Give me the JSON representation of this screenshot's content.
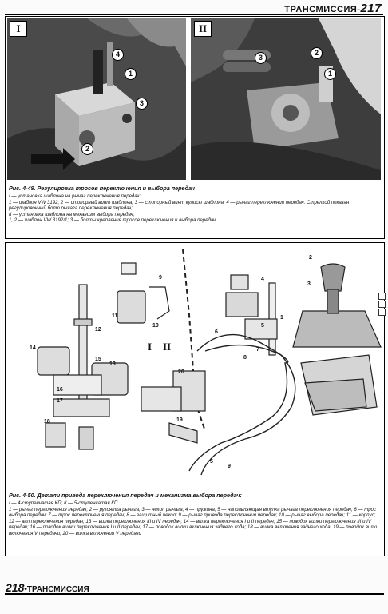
{
  "header": {
    "title": "ТРАНСМИССИЯ",
    "page_number": "217"
  },
  "footer": {
    "page_number": "218",
    "title": "ТРАНСМИССИЯ"
  },
  "figure_449": {
    "panel_1_label": "I",
    "panel_2_label": "II",
    "panel_1_callouts": [
      "4",
      "1",
      "3",
      "2"
    ],
    "panel_2_callouts": [
      "3",
      "2",
      "1"
    ],
    "title": "Рис. 4-49. Регулировка тросов переключения и выбора передач",
    "lines": [
      "I — установка шаблона на рычаг переключения передач:",
      "1 — шаблон VW 3192; 2 — стопорный винт шаблона; 3 — стопорный винт кулисы шаблона; 4 — рычаг переключения передач. Стрелкой показан регулировочный болт рычага переключения передач;",
      "II — установка шаблона на механизм выбора передач;",
      "1, 2 — шаблон VW 3192/1; 3 — болты крепления тросов переключения и выбора передач"
    ]
  },
  "figure_450": {
    "section_left": "I",
    "section_right": "II",
    "callouts": [
      "2",
      "1",
      "3",
      "4",
      "5",
      "6",
      "7",
      "8",
      "9",
      "10",
      "11",
      "12",
      "13",
      "14",
      "15",
      "16",
      "17",
      "18",
      "19",
      "20",
      "9",
      "5"
    ],
    "title": "Рис. 4-50. Детали привода переключения передач и механизма выбора передач:",
    "lines": [
      "I — 4-ступенчатая КП; II — 5-ступенчатая КП",
      "1 — рычаг переключения передач; 2 — рукоятка рычага; 3 — чехол рычага; 4 — пружина; 5 — направляющая втулка рычага переключения передач; 6 — трос выбора передач; 7 — трос переключения передач; 8 — защитный чехол; 9 — рычаг привода переключения передач; 10 — рычаг выбора передач; 11 — корпус; 12 — вал переключения передач; 13 — вилка переключения III и IV передач; 14 — вилка переключения I и II передач; 15 — поводок вилки переключения III и IV передач; 16 — поводок вилки переключения I и II передач; 17 — поводок вилки включения заднего хода; 18 — вилка включения заднего хода; 19 — поводок вилки включения V передачи; 20 — вилка включения V передачи"
    ]
  }
}
